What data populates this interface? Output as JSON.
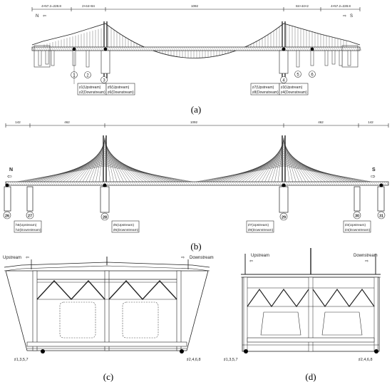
{
  "panel_a": {
    "caption": "(a)",
    "dims": [
      "4×57.2=228.8",
      "2×44+84",
      "1092",
      "84+44×2",
      "4×57.2=228.8"
    ],
    "north": "N",
    "south": "S",
    "circle_labels": [
      "1",
      "2",
      "3",
      "4",
      "5",
      "6"
    ],
    "legend_left": [
      [
        "♯1(Upstream)",
        "♯2(Downstream)"
      ],
      [
        "♯5(Upstream)",
        "♯6(Downstream)"
      ]
    ],
    "legend_right": [
      [
        "♯7(Upstream)",
        "♯8(Downstream)"
      ],
      [
        "♯3(Upstream)",
        "♯4(Downstream)"
      ]
    ]
  },
  "panel_b": {
    "caption": "(b)",
    "dims": [
      "142",
      "462",
      "1092",
      "462",
      "142"
    ],
    "north": "N",
    "south": "S",
    "circle_labels": [
      "26",
      "27",
      "28",
      "29",
      "30",
      "31"
    ],
    "legend": [
      [
        "h5(Upstream)",
        "h2(Downstream)"
      ],
      [
        "♯5(Upstream)",
        "♯6(Downstream)"
      ],
      [
        "♯7(Upstream)",
        "♯8(Downstream)"
      ],
      [
        "♯3(Upstream)",
        "♯4(Downstream)"
      ]
    ]
  },
  "panel_c": {
    "caption": "(c)",
    "upstream": "Upstream",
    "downstream": "Downstream",
    "sensors_left": "♯1,3,5,7",
    "sensors_right": "♯2,4,6,8"
  },
  "panel_d": {
    "caption": "(d)",
    "upstream": "Upstream",
    "downstream": "Downstream",
    "sensors_left": "♯1,3,5,7",
    "sensors_right": "♯2,4,6,8"
  }
}
